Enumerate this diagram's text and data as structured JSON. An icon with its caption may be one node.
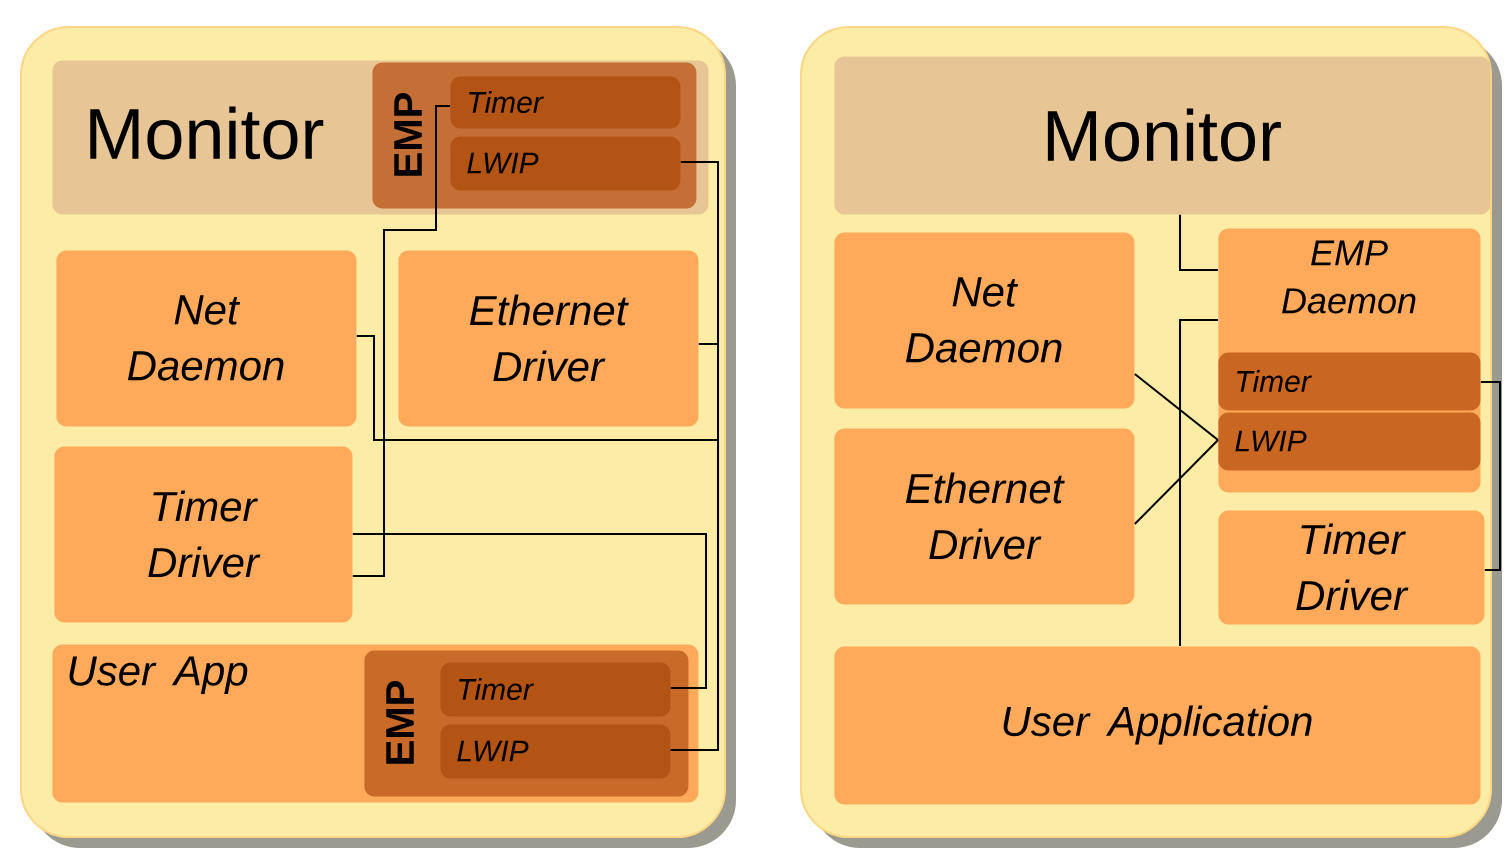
{
  "diagram": {
    "nodes": [
      {
        "text": [],
        "shape": "box"
      },
      {
        "text": [
          "Monitor"
        ],
        "in": 0
      },
      {
        "text": [
          "EMP"
        ],
        "in": 1
      },
      {
        "text": [
          "Timer"
        ],
        "in": 2
      },
      {
        "text": [
          "LWIP"
        ],
        "in": 2
      },
      {
        "text": [
          "Net Daemon"
        ],
        "in": 0
      },
      {
        "text": [
          "Ethernet Driver"
        ],
        "in": 0
      },
      {
        "text": [
          "Timer Driver"
        ],
        "in": 0
      },
      {
        "text": [
          "User App"
        ],
        "in": 0
      },
      {
        "text": [
          "EMP"
        ],
        "in": 8
      },
      {
        "text": [
          "Timer"
        ],
        "in": 9
      },
      {
        "text": [
          "LWIP"
        ],
        "in": 9
      },
      {
        "text": [],
        "shape": "box"
      },
      {
        "text": [
          "Monitor"
        ],
        "in": 12
      },
      {
        "text": [
          "Net Daemon"
        ],
        "in": 12
      },
      {
        "text": [
          "EMP Daemon"
        ],
        "in": 12
      },
      {
        "text": [
          "Timer"
        ],
        "in": 15
      },
      {
        "text": [
          "LWIP"
        ],
        "in": 15
      },
      {
        "text": [
          "Ethernet Driver"
        ],
        "in": 12
      },
      {
        "text": [
          "Timer Driver"
        ],
        "in": 12
      },
      {
        "text": [
          "User Application"
        ],
        "in": 12
      }
    ],
    "edges": [
      {
        "from": 3,
        "to": 7,
        "arrow": "none"
      },
      {
        "from": 4,
        "to": 11,
        "arrow": "none"
      },
      {
        "from": 6,
        "to": 11,
        "arrow": "none"
      },
      {
        "from": 5,
        "to": 11,
        "arrow": "none"
      },
      {
        "from": 7,
        "to": 10,
        "arrow": "none"
      },
      {
        "from": 13,
        "to": 15,
        "arrow": "none"
      },
      {
        "from": 15,
        "to": 20,
        "arrow": "none"
      },
      {
        "from": 14,
        "to": 17,
        "arrow": "none"
      },
      {
        "from": 18,
        "to": 17,
        "arrow": "none"
      },
      {
        "from": 16,
        "to": 19,
        "arrow": "none"
      }
    ]
  }
}
